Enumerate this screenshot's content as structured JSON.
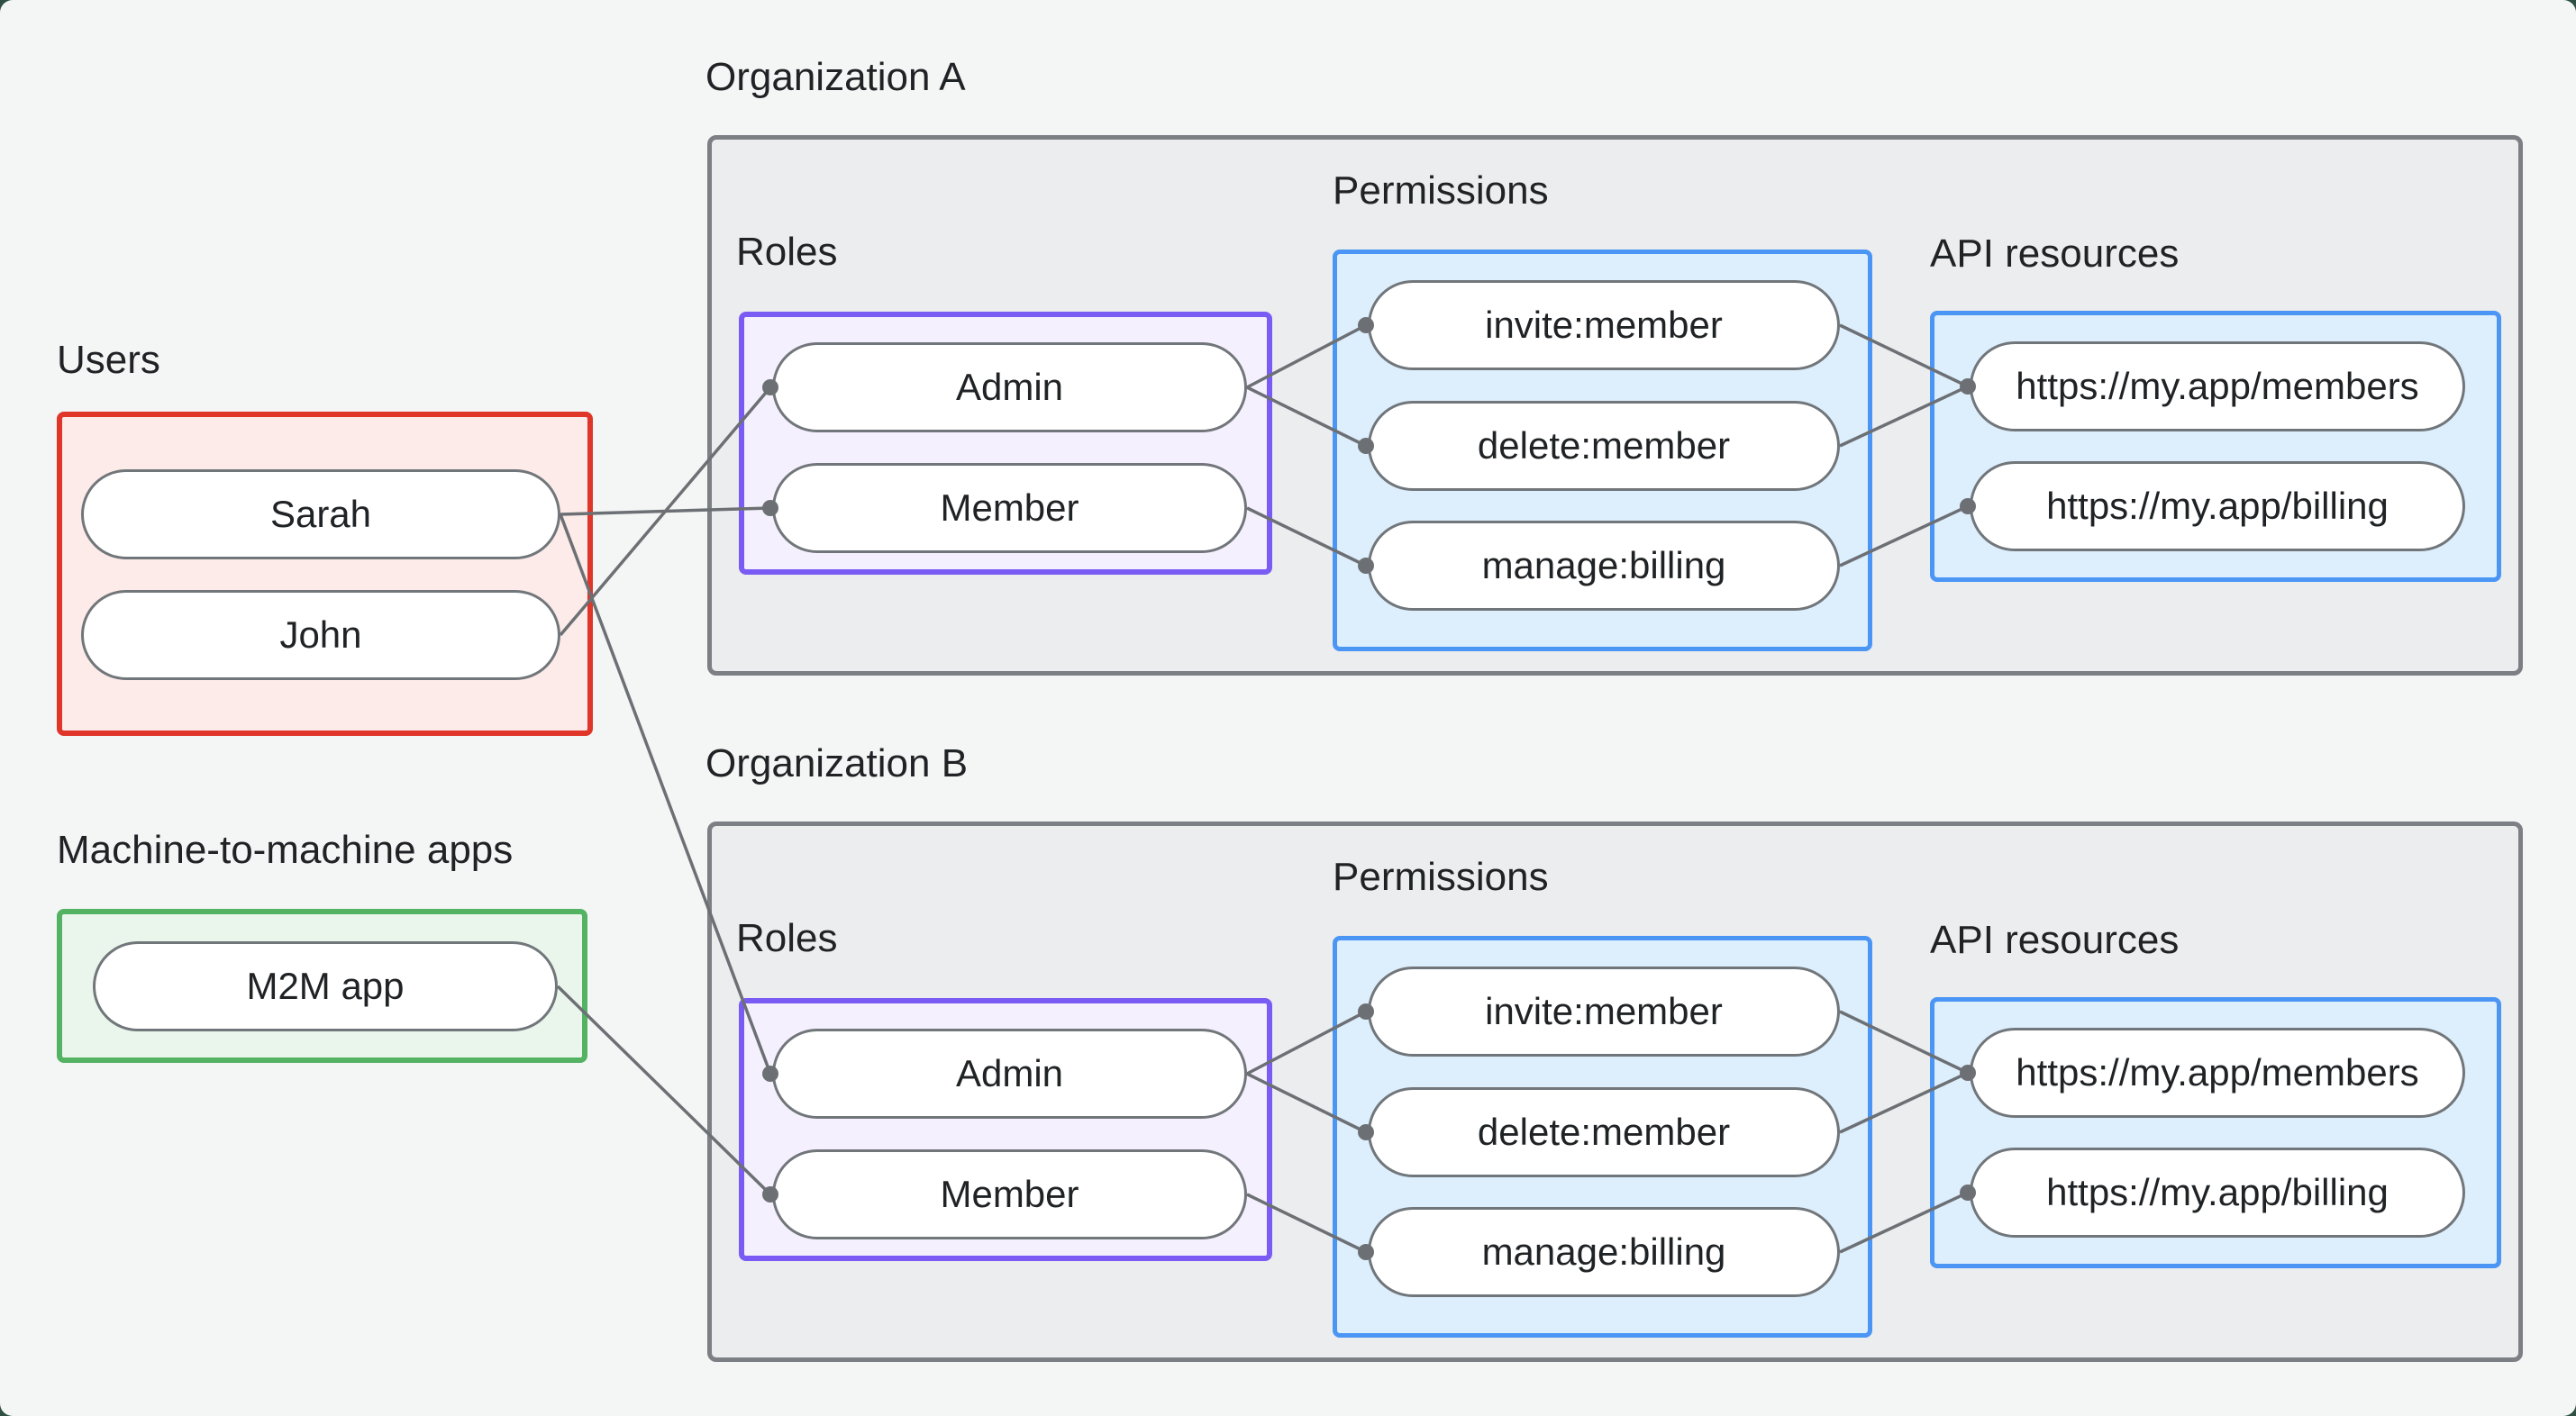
{
  "users": {
    "title": "Users",
    "items": [
      "Sarah",
      "John"
    ]
  },
  "m2m": {
    "title": "Machine-to-machine apps",
    "items": [
      "M2M app"
    ]
  },
  "orgs": [
    {
      "title": "Organization A",
      "roles": {
        "label": "Roles",
        "items": [
          "Admin",
          "Member"
        ]
      },
      "permissions": {
        "label": "Permissions",
        "items": [
          "invite:member",
          "delete:member",
          "manage:billing"
        ]
      },
      "api": {
        "label": "API resources",
        "items": [
          "https://my.app/members",
          "https://my.app/billing"
        ]
      }
    },
    {
      "title": "Organization B",
      "roles": {
        "label": "Roles",
        "items": [
          "Admin",
          "Member"
        ]
      },
      "permissions": {
        "label": "Permissions",
        "items": [
          "invite:member",
          "delete:member",
          "manage:billing"
        ]
      },
      "api": {
        "label": "API resources",
        "items": [
          "https://my.app/members",
          "https://my.app/billing"
        ]
      }
    }
  ],
  "edges": [
    {
      "from": "sarah",
      "to": "org-a-member"
    },
    {
      "from": "john",
      "to": "org-a-admin"
    },
    {
      "from": "sarah",
      "to": "org-b-admin"
    },
    {
      "from": "m2m-app",
      "to": "org-b-member"
    },
    {
      "from": "org-a-admin",
      "to": "org-a-invite-member"
    },
    {
      "from": "org-a-admin",
      "to": "org-a-delete-member"
    },
    {
      "from": "org-a-member",
      "to": "org-a-manage-billing"
    },
    {
      "from": "org-a-invite-member",
      "to": "org-a-members-api"
    },
    {
      "from": "org-a-delete-member",
      "to": "org-a-members-api"
    },
    {
      "from": "org-a-manage-billing",
      "to": "org-a-billing-api"
    },
    {
      "from": "org-b-admin",
      "to": "org-b-invite-member"
    },
    {
      "from": "org-b-admin",
      "to": "org-b-delete-member"
    },
    {
      "from": "org-b-member",
      "to": "org-b-manage-billing"
    },
    {
      "from": "org-b-invite-member",
      "to": "org-b-members-api"
    },
    {
      "from": "org-b-delete-member",
      "to": "org-b-members-api"
    },
    {
      "from": "org-b-manage-billing",
      "to": "org-b-billing-api"
    }
  ],
  "colors": {
    "page_bg": "#f4f6f5",
    "outside": "#2e4f41",
    "org_box_fill": "#ecedee",
    "org_box_border": "#7c8084",
    "users_fill": "#fcebe9",
    "users_border": "#e03529",
    "m2m_fill": "#eaf6ec",
    "m2m_border": "#54b263",
    "roles_fill": "#f5f0fd",
    "roles_border": "#7a5cf5",
    "blue_fill": "#ddeefc",
    "blue_border": "#4b96f5",
    "pill_fill": "#ffffff",
    "pill_border": "#71767a",
    "line": "#6c7074",
    "text": "#202325"
  }
}
